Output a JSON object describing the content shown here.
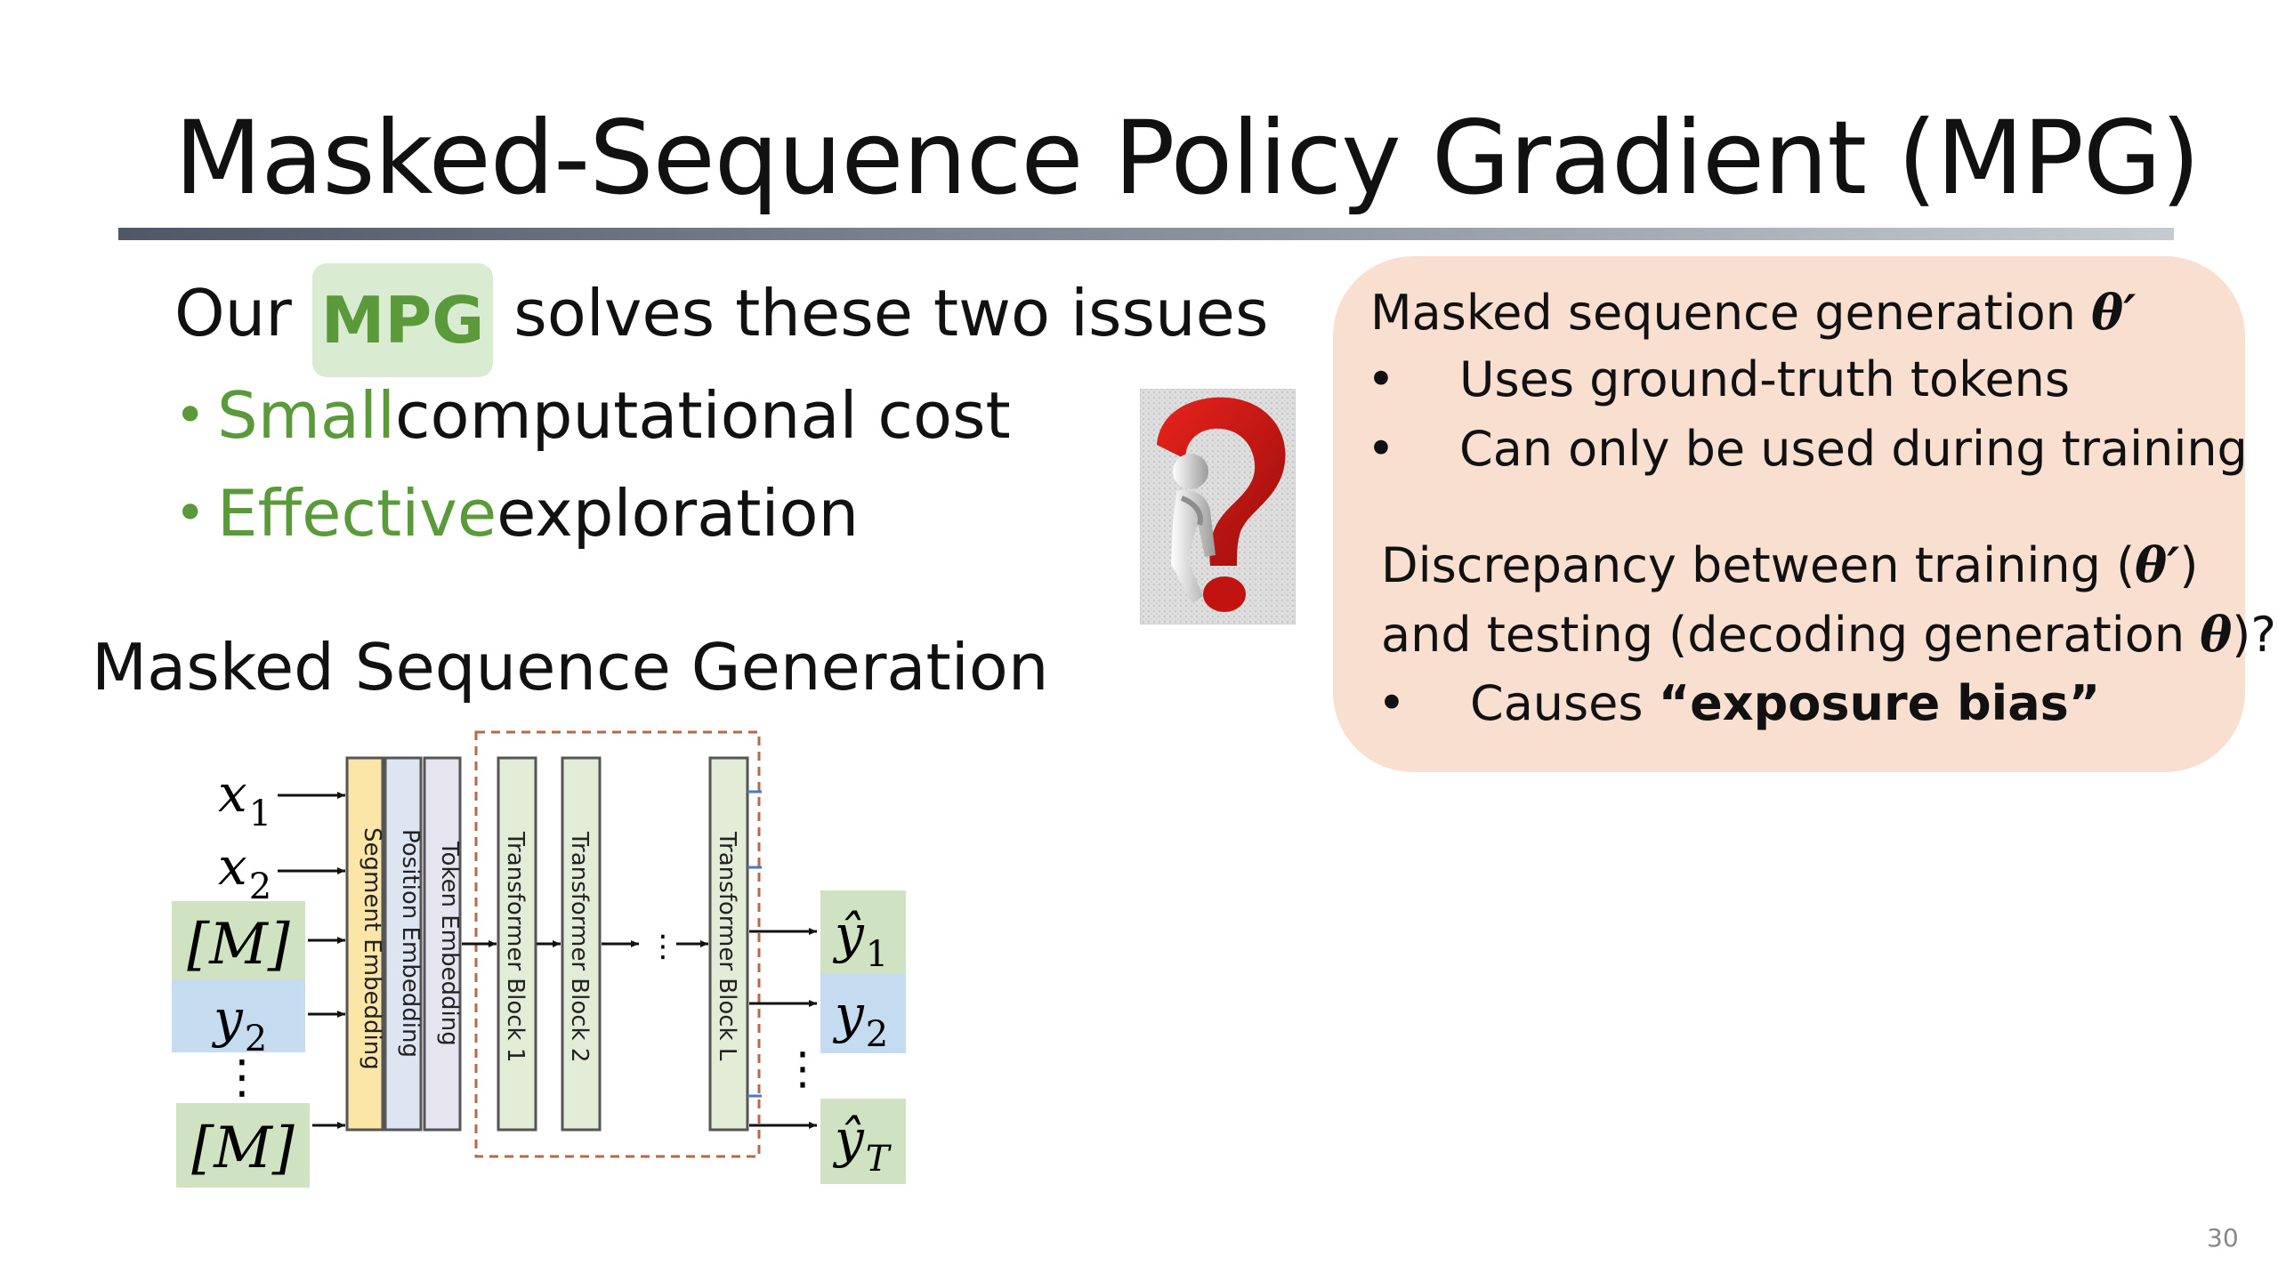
{
  "title": "Masked-Sequence Policy Gradient (MPG)",
  "intro": {
    "prefix": "Our ",
    "highlight": "MPG",
    "suffix": " solves these two issues"
  },
  "bullets": [
    {
      "dot": "•",
      "highlight": "Small",
      "rest": " computational cost"
    },
    {
      "dot": "•",
      "highlight": "Effective",
      "rest": " exploration"
    }
  ],
  "callout": {
    "line1_text": "Masked sequence generation ",
    "line1_math": "θ′",
    "items_top": [
      "Uses ground-truth tokens",
      "Can only be used during training"
    ],
    "line2_prefix": "Discrepancy between training (",
    "line2_math": "θ′",
    "line2_suffix": ")",
    "line3_prefix": "and testing (decoding generation ",
    "line3_math": "θ",
    "line3_suffix": ")?",
    "item_bottom_prefix": "Causes ",
    "item_bottom_bold": "“exposure bias”",
    "bullet_char": "•"
  },
  "section_heading": "Masked Sequence Generation",
  "diagram": {
    "inputs": {
      "x1": "x",
      "x1_sub": "1",
      "x2": "x",
      "x2_sub": "2",
      "m1": "[M]",
      "y2": "y",
      "y2_sub": "2",
      "vdots": "⋮",
      "m2": "[M]"
    },
    "embeddings": [
      "Segment Embedding",
      "Position Embedding",
      "Token Embedding"
    ],
    "blocks": [
      "Transformer Block 1",
      "Transformer Block 2",
      "Transformer Block L"
    ],
    "mid_dots": "⋮",
    "outputs": {
      "yhat1": "ŷ",
      "yhat1_sub": "1",
      "y2": "y",
      "y2_sub": "2",
      "vdots": "⋮",
      "yhatT": "ŷ",
      "yhatT_sub": "T"
    },
    "colors": {
      "green_box": "#cfe3c2",
      "blue_box": "#c5dbef",
      "segment": "#fbe6a7",
      "position": "#dde5f2",
      "token": "#e6e4ee",
      "block": "#e3ecd7",
      "dashed": "#b4694a"
    }
  },
  "icons": {
    "thinking": "question-mark-thinker-icon"
  },
  "page_number": "30"
}
